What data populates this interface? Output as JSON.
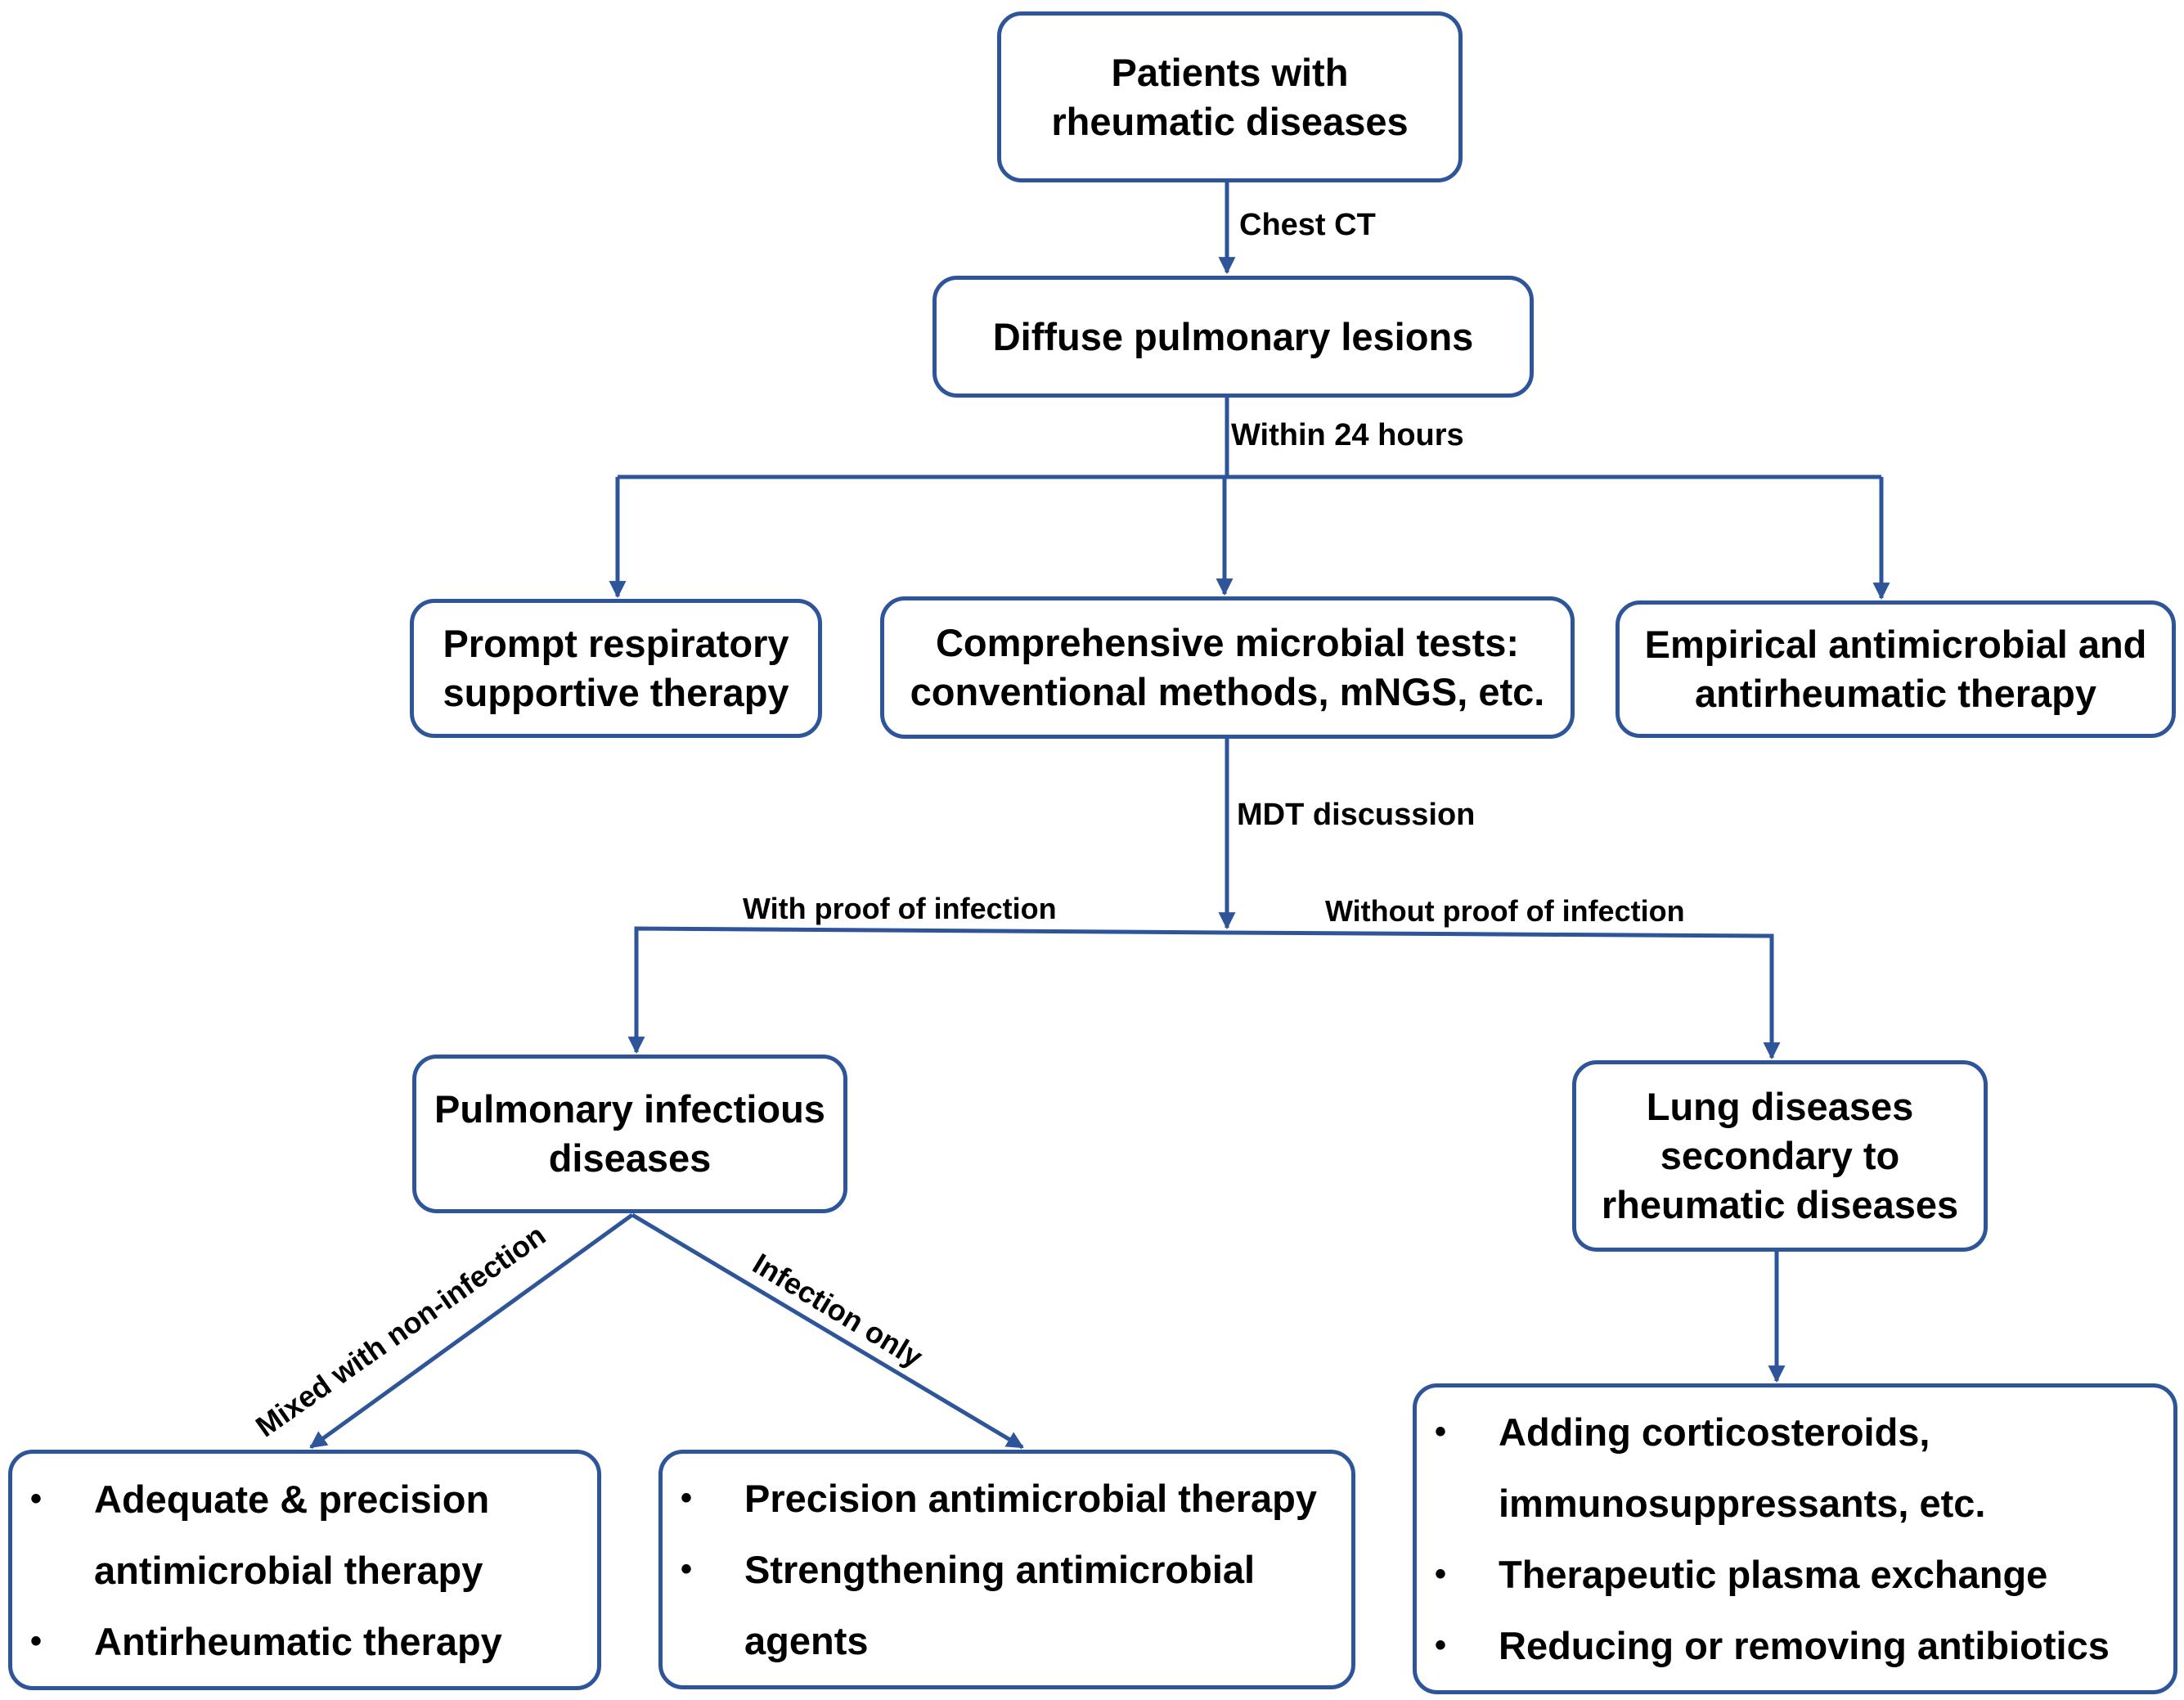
{
  "colors": {
    "accent": "#2e5599",
    "text": "#000000",
    "background": "#ffffff"
  },
  "boxes": {
    "patients": "Patients with\nrheumatic diseases",
    "diffuse": "Diffuse pulmonary lesions",
    "respiratory": "Prompt respiratory\nsupportive therapy",
    "microbial": "Comprehensive microbial tests:\nconventional methods, mNGS, etc.",
    "empirical": "Empirical antimicrobial and\nantirheumatic therapy",
    "pulmonary_infectious": "Pulmonary infectious\ndiseases",
    "lung_secondary": "Lung diseases\nsecondary to\nrheumatic diseases"
  },
  "lists": {
    "mixed": [
      "Adequate & precision",
      "antimicrobial therapy",
      "Antirheumatic therapy"
    ],
    "infection_only": [
      "Precision antimicrobial therapy",
      "Strengthening antimicrobial",
      "agents"
    ],
    "secondary": [
      "Adding corticosteroids,",
      "immunosuppressants, etc.",
      "Therapeutic plasma exchange",
      "Reducing or removing antibiotics"
    ]
  },
  "edge_labels": {
    "chest_ct": "Chest CT",
    "within_24h": "Within 24 hours",
    "mdt": "MDT discussion",
    "with_proof": "With proof of infection",
    "without_proof": "Without proof of infection",
    "mixed": "Mixed with non-infection",
    "infection_only": "Infection only"
  }
}
